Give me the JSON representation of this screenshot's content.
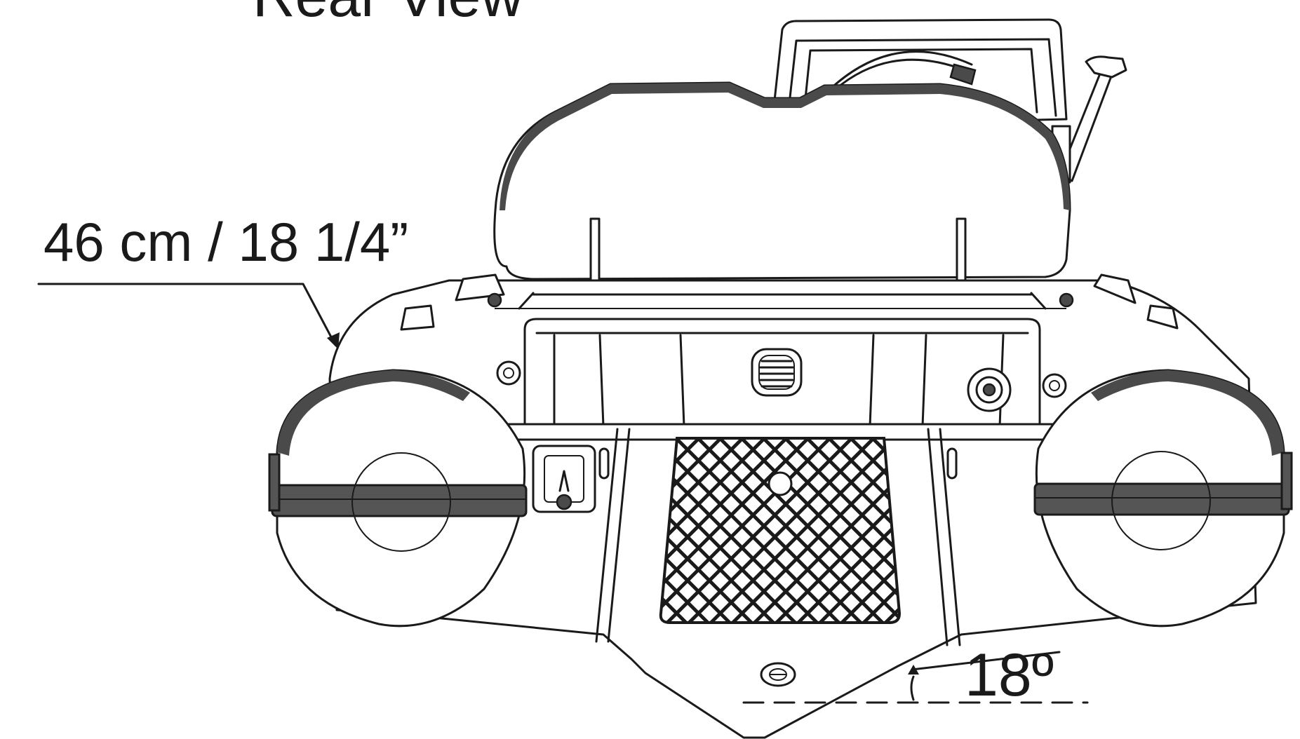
{
  "diagram": {
    "title": "Rear View",
    "width_label": "46 cm / 18 1/4”",
    "angle_label": "18º"
  },
  "colors": {
    "line": "#1a1a1a",
    "tube_band": "#555555",
    "background": "#ffffff"
  }
}
